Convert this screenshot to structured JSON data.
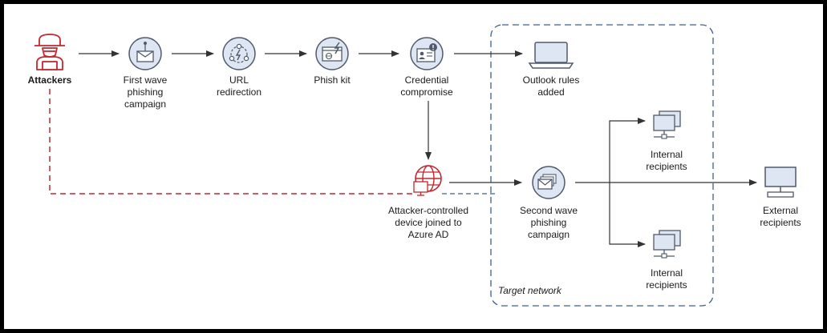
{
  "colors": {
    "accent_red": "#c4262e",
    "node_fill": "#dde6f2",
    "node_stroke": "#505a6b",
    "boundary": "#3f5f8a",
    "arrow": "#333333"
  },
  "nodes": {
    "attackers": {
      "icon": "hacker-icon",
      "label": [
        "Attackers"
      ]
    },
    "first_wave": {
      "icon": "phishing-mail-icon",
      "label": [
        "First wave",
        "phishing",
        "campaign"
      ]
    },
    "url_redirection": {
      "icon": "redirection-icon",
      "label": [
        "URL",
        "redirection"
      ]
    },
    "phish_kit": {
      "icon": "phish-kit-icon",
      "label": [
        "Phish kit"
      ]
    },
    "credential": {
      "icon": "credential-card-icon",
      "label": [
        "Credential",
        "compromise"
      ]
    },
    "outlook_rules": {
      "icon": "laptop-icon",
      "label": [
        "Outlook rules",
        "added"
      ]
    },
    "attacker_device": {
      "icon": "globe-device-icon",
      "label": [
        "Attacker-controlled",
        "device joined to",
        "Azure AD"
      ]
    },
    "second_wave": {
      "icon": "mail-stack-icon",
      "label": [
        "Second wave",
        "phishing",
        "campaign"
      ]
    },
    "internal_top": {
      "icon": "networked-computers-icon",
      "label": [
        "Internal",
        "recipients"
      ]
    },
    "internal_bottom": {
      "icon": "networked-computers-icon",
      "label": [
        "Internal",
        "recipients"
      ]
    },
    "external": {
      "icon": "desktop-computer-icon",
      "label": [
        "External",
        "recipients"
      ]
    }
  },
  "target_network_label": "Target network"
}
